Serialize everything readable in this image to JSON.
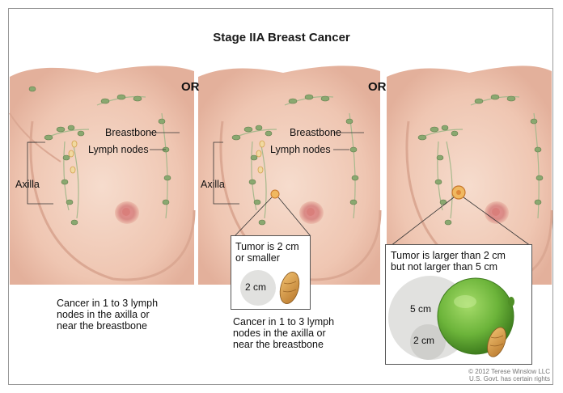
{
  "title": "Stage IIA Breast Cancer",
  "or_labels": [
    "OR",
    "OR"
  ],
  "panels": [
    {
      "labels": {
        "breastbone": "Breastbone",
        "lymph_nodes": "Lymph nodes",
        "axilla": "Axilla"
      },
      "caption": [
        "Cancer in 1 to 3 lymph",
        "nodes in the axilla or",
        "near the breastbone"
      ]
    },
    {
      "labels": {
        "breastbone": "Breastbone",
        "lymph_nodes": "Lymph nodes",
        "axilla": "Axilla"
      },
      "inset": {
        "text": [
          "Tumor is 2 cm",
          "or smaller"
        ],
        "circle_label": "2 cm"
      },
      "caption": [
        "Cancer in 1 to 3 lymph",
        "nodes in the axilla or",
        "near the breastbone"
      ]
    },
    {
      "inset": {
        "text": [
          "Tumor is larger than 2 cm",
          "but not larger than 5 cm"
        ],
        "circle_large_label": "5 cm",
        "circle_small_label": "2 cm"
      }
    }
  ],
  "credit": [
    "© 2012 Terese Winslow LLC",
    "U.S. Govt. has certain rights"
  ],
  "colors": {
    "skin": "#f2cfbd",
    "skin_shadow": "#dba893",
    "node": "#8aa870",
    "tumor": "#e8a24a",
    "lime": "#7cc242"
  }
}
